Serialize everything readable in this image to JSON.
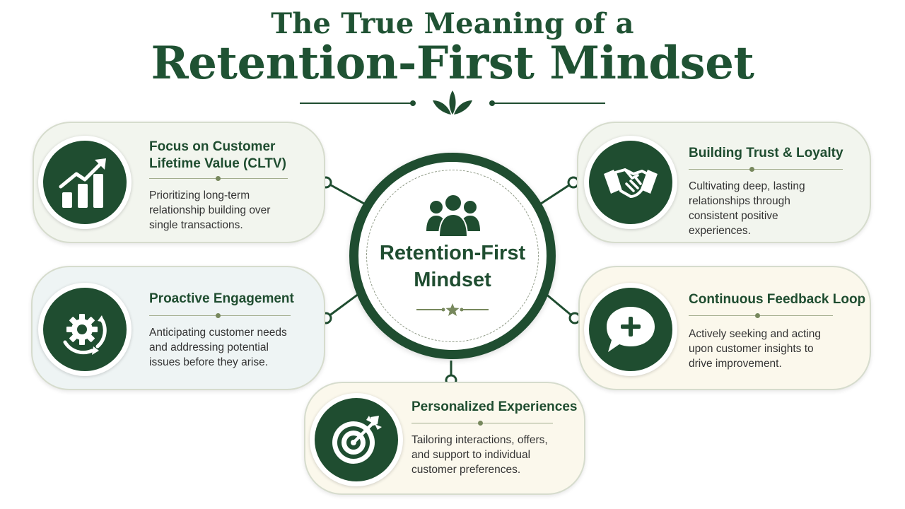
{
  "header": {
    "title_line1": "The True Meaning of a",
    "title_line2": "Retention-First Mindset"
  },
  "center": {
    "title_line1": "Retention-First",
    "title_line2": "Mindset",
    "icon": "people-group-icon"
  },
  "cards": [
    {
      "id": "cltv",
      "title_line1": "Focus on Customer",
      "title_line2": "Lifetime Value (CLTV)",
      "desc_lines": [
        "Prioritizing long-term",
        "relationship building over",
        "single transactions."
      ],
      "icon": "growth-chart-icon"
    },
    {
      "id": "trust",
      "title_line1": "Building Trust & Loyalty",
      "desc_lines": [
        "Cultivating deep, lasting",
        "relationships through",
        "consistent positive",
        "experiences."
      ],
      "icon": "handshake-icon"
    },
    {
      "id": "proactive",
      "title_line1": "Proactive Engagement",
      "desc_lines": [
        "Anticipating customer needs",
        "and addressing potential",
        "issues before they arise."
      ],
      "icon": "gear-cycle-icon"
    },
    {
      "id": "feedback",
      "title_line1": "Continuous Feedback Loop",
      "desc_lines": [
        "Actively seeking and acting",
        "upon customer insights to",
        "drive improvement."
      ],
      "icon": "chat-plus-icon"
    },
    {
      "id": "personalized",
      "title_line1": "Personalized Experiences",
      "desc_lines": [
        "Tailoring interactions, offers,",
        "and support to individual",
        "customer preferences."
      ],
      "icon": "target-arrow-icon"
    }
  ],
  "colors": {
    "primary_green": "#1f4d30",
    "accent_olive": "#77885d",
    "card_green_bg": "#f2f5ee",
    "card_blue_bg": "#eef4f4",
    "card_cream_bg": "#fbf8ec"
  }
}
